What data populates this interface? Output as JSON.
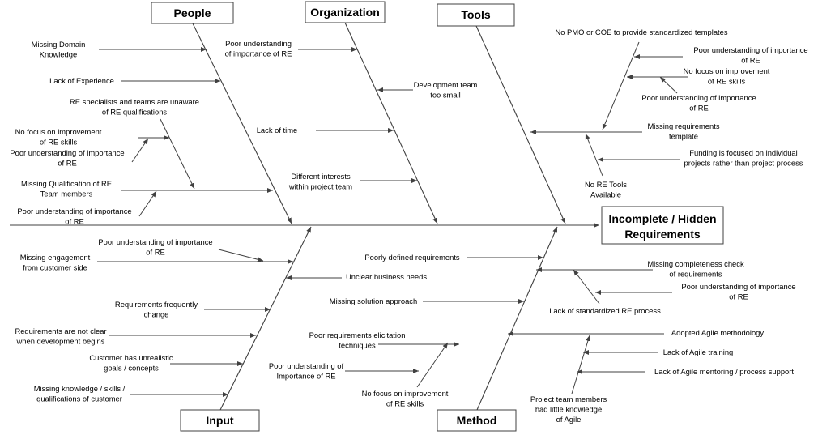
{
  "categories": {
    "people": "People",
    "organization": "Organization",
    "tools": "Tools",
    "input": "Input",
    "method": "Method"
  },
  "effect": {
    "line1": "Incomplete / Hidden",
    "line2": "Requirements"
  },
  "causes": {
    "people": {
      "missing_domain": [
        "Missing Domain",
        "Knowledge"
      ],
      "lack_experience": [
        "Lack of Experience"
      ],
      "re_specialists": [
        "RE specialists and teams are unaware",
        "of RE qualifications"
      ],
      "no_focus": [
        "No focus on improvement",
        "of RE skills"
      ],
      "poor_understanding_1": [
        "Poor understanding of importance",
        "of RE"
      ],
      "missing_qualification": [
        "Missing Qualification of RE",
        "Team members"
      ],
      "poor_understanding_2": [
        "Poor understanding of importance",
        "of RE"
      ]
    },
    "organization": {
      "poor_understanding": [
        "Poor understanding",
        "of importance of RE"
      ],
      "dev_team": [
        "Development team",
        "too small"
      ],
      "lack_time": [
        "Lack of time"
      ],
      "diff_interests": [
        "Different interests",
        "within project team"
      ]
    },
    "tools": {
      "no_pmo": [
        "No PMO or COE to provide standardized templates"
      ],
      "poor_understanding_1": [
        "Poor understanding of importance",
        "of RE"
      ],
      "no_focus": [
        "No focus on improvement",
        "of RE skills"
      ],
      "poor_understanding_2": [
        "Poor understanding of importance",
        "of RE"
      ],
      "missing_template": [
        "Missing requirements",
        "template"
      ],
      "funding": [
        "Funding is focused on individual",
        "projects rather than project process"
      ],
      "no_re_tools": [
        "No RE Tools",
        "Available"
      ]
    },
    "input": {
      "poor_understanding": [
        "Poor understanding of importance",
        "of RE"
      ],
      "missing_engagement": [
        "Missing engagement",
        "from customer side"
      ],
      "unclear_needs": [
        "Unclear business needs"
      ],
      "req_change": [
        "Requirements frequently",
        "change"
      ],
      "req_not_clear": [
        "Requirements are not clear",
        "when development begins"
      ],
      "unrealistic": [
        "Customer has unrealistic",
        "goals / concepts"
      ],
      "missing_knowledge": [
        "Missing knowledge / skills /",
        "qualifications of customer"
      ]
    },
    "method": {
      "poorly_defined": [
        "Poorly defined requirements"
      ],
      "missing_completeness": [
        "Missing completeness check",
        "of requirements"
      ],
      "poor_understanding_1": [
        "Poor understanding of importance",
        "of RE"
      ],
      "missing_solution": [
        "Missing solution approach"
      ],
      "lack_standard": [
        "Lack of standardized RE process"
      ],
      "poor_elicitation": [
        "Poor requirements elicitation",
        "techniques"
      ],
      "adopted_agile": [
        "Adopted Agile methodology"
      ],
      "lack_agile_training": [
        "Lack of Agile training"
      ],
      "poor_understanding_2": [
        "Poor understanding of",
        "Importance of RE"
      ],
      "lack_agile_mentoring": [
        "Lack of Agile mentoring / process support"
      ],
      "no_focus": [
        "No focus on improvement",
        "of RE skills"
      ],
      "team_little_knowledge": [
        "Project team members",
        "had little knowledge",
        "of Agile"
      ]
    }
  }
}
